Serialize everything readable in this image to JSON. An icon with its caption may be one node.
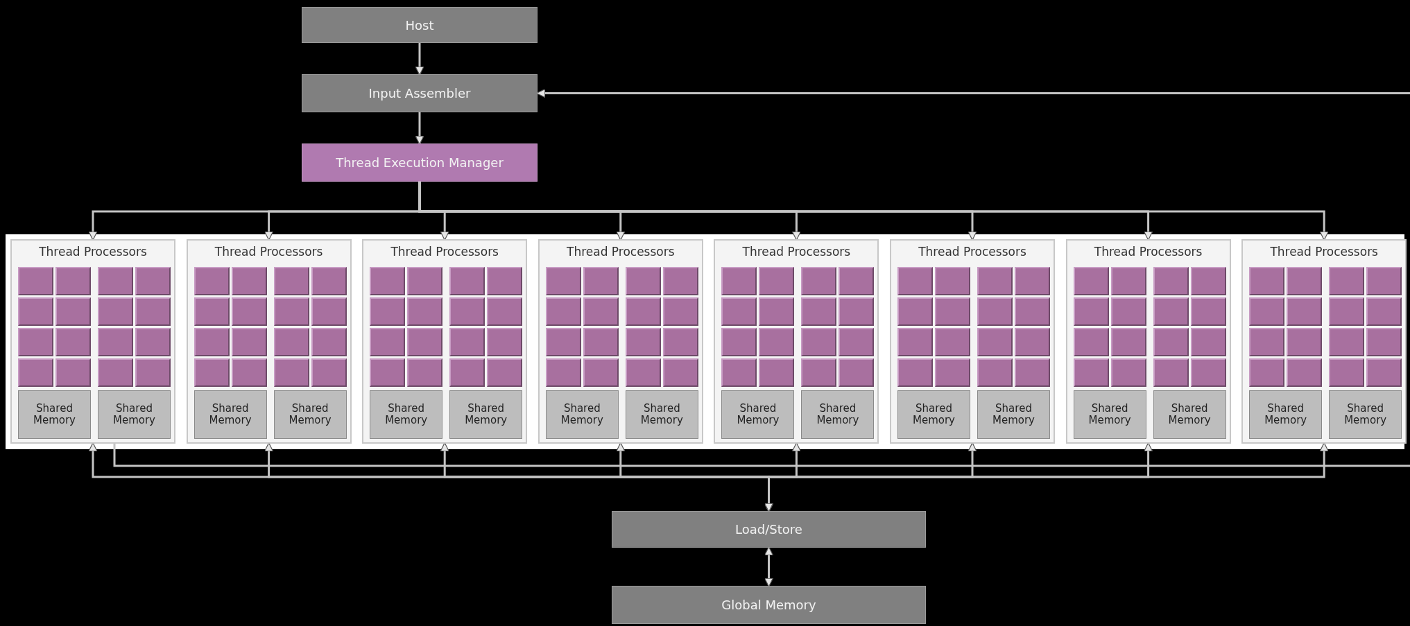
{
  "diagram": {
    "nodes": [
      {
        "text": [
          "Host"
        ]
      },
      {
        "text": [
          "Input Assembler"
        ]
      },
      {
        "text": [
          "Thread Execution Manager"
        ]
      },
      {
        "text": [
          "Thread Processors"
        ]
      },
      {
        "text": [],
        "shape": "box",
        "in": 3
      },
      {
        "text": [],
        "shape": "box",
        "in": 3
      },
      {
        "text": [],
        "shape": "box",
        "in": 3
      },
      {
        "text": [],
        "shape": "box",
        "in": 3
      },
      {
        "text": [],
        "shape": "box",
        "in": 3
      },
      {
        "text": [],
        "shape": "box",
        "in": 3
      },
      {
        "text": [],
        "shape": "box",
        "in": 3
      },
      {
        "text": [],
        "shape": "box",
        "in": 3
      },
      {
        "text": [],
        "shape": "box",
        "in": 3
      },
      {
        "text": [],
        "shape": "box",
        "in": 3
      },
      {
        "text": [],
        "shape": "box",
        "in": 3
      },
      {
        "text": [],
        "shape": "box",
        "in": 3
      },
      {
        "text": [],
        "shape": "box",
        "in": 3
      },
      {
        "text": [],
        "shape": "box",
        "in": 3
      },
      {
        "text": [],
        "shape": "box",
        "in": 3
      },
      {
        "text": [],
        "shape": "box",
        "in": 3
      },
      {
        "text": [
          "Shared Memory"
        ],
        "in": 3
      },
      {
        "text": [
          "Shared Memory"
        ],
        "in": 3
      },
      {
        "text": [
          "Thread Processors"
        ]
      },
      {
        "text": [],
        "shape": "box",
        "in": 22
      },
      {
        "text": [],
        "shape": "box",
        "in": 22
      },
      {
        "text": [],
        "shape": "box",
        "in": 22
      },
      {
        "text": [],
        "shape": "box",
        "in": 22
      },
      {
        "text": [],
        "shape": "box",
        "in": 22
      },
      {
        "text": [],
        "shape": "box",
        "in": 22
      },
      {
        "text": [],
        "shape": "box",
        "in": 22
      },
      {
        "text": [],
        "shape": "box",
        "in": 22
      },
      {
        "text": [],
        "shape": "box",
        "in": 22
      },
      {
        "text": [],
        "shape": "box",
        "in": 22
      },
      {
        "text": [],
        "shape": "box",
        "in": 22
      },
      {
        "text": [],
        "shape": "box",
        "in": 22
      },
      {
        "text": [],
        "shape": "box",
        "in": 22
      },
      {
        "text": [],
        "shape": "box",
        "in": 22
      },
      {
        "text": [],
        "shape": "box",
        "in": 22
      },
      {
        "text": [],
        "shape": "box",
        "in": 22
      },
      {
        "text": [
          "Shared Memory"
        ],
        "in": 22
      },
      {
        "text": [
          "Shared Memory"
        ],
        "in": 22
      },
      {
        "text": [
          "Thread Processors"
        ]
      },
      {
        "text": [],
        "shape": "box",
        "in": 41
      },
      {
        "text": [],
        "shape": "box",
        "in": 41
      },
      {
        "text": [],
        "shape": "box",
        "in": 41
      },
      {
        "text": [],
        "shape": "box",
        "in": 41
      },
      {
        "text": [],
        "shape": "box",
        "in": 41
      },
      {
        "text": [],
        "shape": "box",
        "in": 41
      },
      {
        "text": [],
        "shape": "box",
        "in": 41
      },
      {
        "text": [],
        "shape": "box",
        "in": 41
      },
      {
        "text": [],
        "shape": "box",
        "in": 41
      },
      {
        "text": [],
        "shape": "box",
        "in": 41
      },
      {
        "text": [],
        "shape": "box",
        "in": 41
      },
      {
        "text": [],
        "shape": "box",
        "in": 41
      },
      {
        "text": [],
        "shape": "box",
        "in": 41
      },
      {
        "text": [],
        "shape": "box",
        "in": 41
      },
      {
        "text": [],
        "shape": "box",
        "in": 41
      },
      {
        "text": [],
        "shape": "box",
        "in": 41
      },
      {
        "text": [
          "Shared Memory"
        ],
        "in": 41
      },
      {
        "text": [
          "Shared Memory"
        ],
        "in": 41
      },
      {
        "text": [
          "Thread Processors"
        ]
      },
      {
        "text": [],
        "shape": "box",
        "in": 60
      },
      {
        "text": [],
        "shape": "box",
        "in": 60
      },
      {
        "text": [],
        "shape": "box",
        "in": 60
      },
      {
        "text": [],
        "shape": "box",
        "in": 60
      },
      {
        "text": [],
        "shape": "box",
        "in": 60
      },
      {
        "text": [],
        "shape": "box",
        "in": 60
      },
      {
        "text": [],
        "shape": "box",
        "in": 60
      },
      {
        "text": [],
        "shape": "box",
        "in": 60
      },
      {
        "text": [],
        "shape": "box",
        "in": 60
      },
      {
        "text": [],
        "shape": "box",
        "in": 60
      },
      {
        "text": [],
        "shape": "box",
        "in": 60
      },
      {
        "text": [],
        "shape": "box",
        "in": 60
      },
      {
        "text": [],
        "shape": "box",
        "in": 60
      },
      {
        "text": [],
        "shape": "box",
        "in": 60
      },
      {
        "text": [],
        "shape": "box",
        "in": 60
      },
      {
        "text": [],
        "shape": "box",
        "in": 60
      },
      {
        "text": [
          "Shared Memory"
        ],
        "in": 60
      },
      {
        "text": [
          "Shared Memory"
        ],
        "in": 60
      },
      {
        "text": [
          "Thread Processors"
        ]
      },
      {
        "text": [],
        "shape": "box",
        "in": 79
      },
      {
        "text": [],
        "shape": "box",
        "in": 79
      },
      {
        "text": [],
        "shape": "box",
        "in": 79
      },
      {
        "text": [],
        "shape": "box",
        "in": 79
      },
      {
        "text": [],
        "shape": "box",
        "in": 79
      },
      {
        "text": [],
        "shape": "box",
        "in": 79
      },
      {
        "text": [],
        "shape": "box",
        "in": 79
      },
      {
        "text": [],
        "shape": "box",
        "in": 79
      },
      {
        "text": [],
        "shape": "box",
        "in": 79
      },
      {
        "text": [],
        "shape": "box",
        "in": 79
      },
      {
        "text": [],
        "shape": "box",
        "in": 79
      },
      {
        "text": [],
        "shape": "box",
        "in": 79
      },
      {
        "text": [],
        "shape": "box",
        "in": 79
      },
      {
        "text": [],
        "shape": "box",
        "in": 79
      },
      {
        "text": [],
        "shape": "box",
        "in": 79
      },
      {
        "text": [],
        "shape": "box",
        "in": 79
      },
      {
        "text": [
          "Shared Memory"
        ],
        "in": 79
      },
      {
        "text": [
          "Shared Memory"
        ],
        "in": 79
      },
      {
        "text": [
          "Thread Processors"
        ]
      },
      {
        "text": [],
        "shape": "box",
        "in": 98
      },
      {
        "text": [],
        "shape": "box",
        "in": 98
      },
      {
        "text": [],
        "shape": "box",
        "in": 98
      },
      {
        "text": [],
        "shape": "box",
        "in": 98
      },
      {
        "text": [],
        "shape": "box",
        "in": 98
      },
      {
        "text": [],
        "shape": "box",
        "in": 98
      },
      {
        "text": [],
        "shape": "box",
        "in": 98
      },
      {
        "text": [],
        "shape": "box",
        "in": 98
      },
      {
        "text": [],
        "shape": "box",
        "in": 98
      },
      {
        "text": [],
        "shape": "box",
        "in": 98
      },
      {
        "text": [],
        "shape": "box",
        "in": 98
      },
      {
        "text": [],
        "shape": "box",
        "in": 98
      },
      {
        "text": [],
        "shape": "box",
        "in": 98
      },
      {
        "text": [],
        "shape": "box",
        "in": 98
      },
      {
        "text": [],
        "shape": "box",
        "in": 98
      },
      {
        "text": [],
        "shape": "box",
        "in": 98
      },
      {
        "text": [
          "Shared Memory"
        ],
        "in": 98
      },
      {
        "text": [
          "Shared Memory"
        ],
        "in": 98
      },
      {
        "text": [
          "Thread Processors"
        ]
      },
      {
        "text": [],
        "shape": "box",
        "in": 117
      },
      {
        "text": [],
        "shape": "box",
        "in": 117
      },
      {
        "text": [],
        "shape": "box",
        "in": 117
      },
      {
        "text": [],
        "shape": "box",
        "in": 117
      },
      {
        "text": [],
        "shape": "box",
        "in": 117
      },
      {
        "text": [],
        "shape": "box",
        "in": 117
      },
      {
        "text": [],
        "shape": "box",
        "in": 117
      },
      {
        "text": [],
        "shape": "box",
        "in": 117
      },
      {
        "text": [],
        "shape": "box",
        "in": 117
      },
      {
        "text": [],
        "shape": "box",
        "in": 117
      },
      {
        "text": [],
        "shape": "box",
        "in": 117
      },
      {
        "text": [],
        "shape": "box",
        "in": 117
      },
      {
        "text": [],
        "shape": "box",
        "in": 117
      },
      {
        "text": [],
        "shape": "box",
        "in": 117
      },
      {
        "text": [],
        "shape": "box",
        "in": 117
      },
      {
        "text": [],
        "shape": "box",
        "in": 117
      },
      {
        "text": [
          "Shared Memory"
        ],
        "in": 117
      },
      {
        "text": [
          "Shared Memory"
        ],
        "in": 117
      },
      {
        "text": [
          "Thread Processors"
        ]
      },
      {
        "text": [],
        "shape": "box",
        "in": 136
      },
      {
        "text": [],
        "shape": "box",
        "in": 136
      },
      {
        "text": [],
        "shape": "box",
        "in": 136
      },
      {
        "text": [],
        "shape": "box",
        "in": 136
      },
      {
        "text": [],
        "shape": "box",
        "in": 136
      },
      {
        "text": [],
        "shape": "box",
        "in": 136
      },
      {
        "text": [],
        "shape": "box",
        "in": 136
      },
      {
        "text": [],
        "shape": "box",
        "in": 136
      },
      {
        "text": [],
        "shape": "box",
        "in": 136
      },
      {
        "text": [],
        "shape": "box",
        "in": 136
      },
      {
        "text": [],
        "shape": "box",
        "in": 136
      },
      {
        "text": [],
        "shape": "box",
        "in": 136
      },
      {
        "text": [],
        "shape": "box",
        "in": 136
      },
      {
        "text": [],
        "shape": "box",
        "in": 136
      },
      {
        "text": [],
        "shape": "box",
        "in": 136
      },
      {
        "text": [],
        "shape": "box",
        "in": 136
      },
      {
        "text": [
          "Shared Memory"
        ],
        "in": 136
      },
      {
        "text": [
          "Shared Memory"
        ],
        "in": 136
      },
      {
        "text": [
          "Load/Store"
        ]
      },
      {
        "text": [
          "Global Memory"
        ]
      }
    ],
    "edges": [
      {
        "from": 0,
        "to": 1,
        "arrow": "to"
      },
      {
        "from": 1,
        "to": 2,
        "arrow": "to"
      },
      {
        "from": 2,
        "to": 3,
        "arrow": "to"
      },
      {
        "from": 2,
        "to": 22,
        "arrow": "to"
      },
      {
        "from": 2,
        "to": 41,
        "arrow": "to"
      },
      {
        "from": 2,
        "to": 60,
        "arrow": "to"
      },
      {
        "from": 2,
        "to": 79,
        "arrow": "to"
      },
      {
        "from": 2,
        "to": 98,
        "arrow": "to"
      },
      {
        "from": 2,
        "to": 117,
        "arrow": "to"
      },
      {
        "from": 2,
        "to": 136,
        "arrow": "to"
      },
      {
        "from": null,
        "to": 1,
        "arrow": "to"
      },
      {
        "from": 3,
        "to": null,
        "arrow": "none"
      },
      {
        "from": 155,
        "to": 3,
        "arrow": "both"
      },
      {
        "from": 155,
        "to": 22,
        "arrow": "both"
      },
      {
        "from": 155,
        "to": 41,
        "arrow": "both"
      },
      {
        "from": 155,
        "to": 60,
        "arrow": "both"
      },
      {
        "from": 155,
        "to": 79,
        "arrow": "both"
      },
      {
        "from": 155,
        "to": 98,
        "arrow": "both"
      },
      {
        "from": 155,
        "to": 117,
        "arrow": "both"
      },
      {
        "from": 155,
        "to": 136,
        "arrow": "both"
      },
      {
        "from": 155,
        "to": 156,
        "arrow": "both"
      }
    ]
  }
}
